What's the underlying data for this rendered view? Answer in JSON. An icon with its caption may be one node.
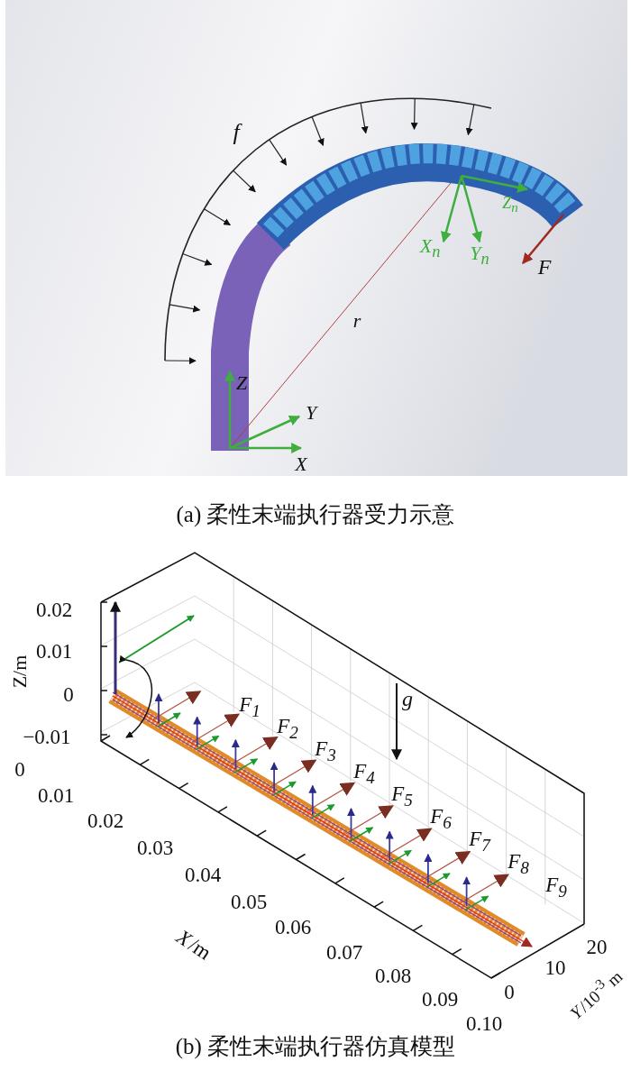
{
  "diagram": {
    "labels": [
      "f",
      "Z$_{n}$",
      "X$_{n}$",
      "Y$_{n}$",
      "F",
      "r",
      "Z",
      "Y",
      "X",
      "(a) 柔性末端执行器受力示意",
      "0.02",
      "0.01",
      "0",
      "−0.01",
      "Z/m",
      "F$_{1}$",
      "F$_{2}$",
      "F$_{3}$",
      "F$_{4}$",
      "F$_{5}$",
      "F$_{6}$",
      "F$_{7}$",
      "F$_{8}$",
      "F$_{9}$",
      "g",
      "0",
      "0.01",
      "0.02",
      "0.03",
      "0.04",
      "0.05",
      "0.06",
      "0.07",
      "0.08",
      "0.09",
      "0.10",
      "*X*/m",
      "20",
      "10",
      "0",
      "*Y*/10$^{-3}$ m",
      "(b) 柔性末端执行器仿真模型"
    ]
  }
}
